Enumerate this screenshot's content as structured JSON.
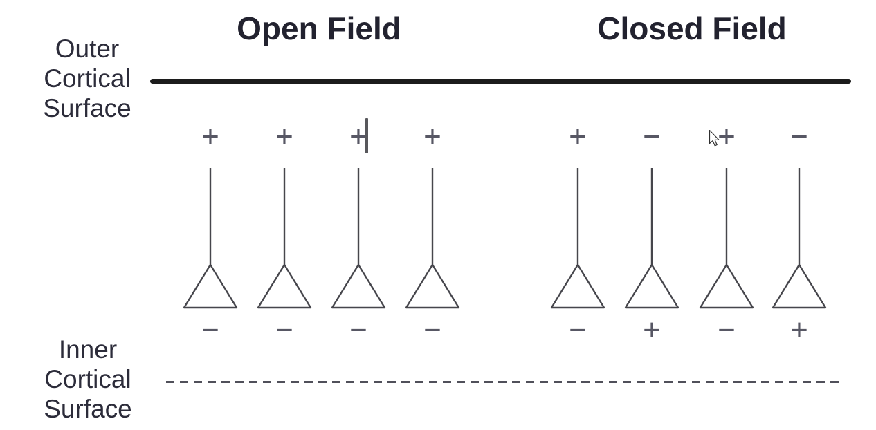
{
  "figure": {
    "headers": {
      "open_field": "Open Field",
      "closed_field": "Closed Field"
    },
    "labels": {
      "outer_cortical_surface": "Outer\nCortical\nSurface",
      "inner_cortical_surface": "Inner\nCortical\nSurface"
    },
    "neuron_groups": [
      {
        "name": "open-field",
        "header": "Open Field",
        "neurons": [
          {
            "top_sign": "+",
            "bottom_sign": "−"
          },
          {
            "top_sign": "+",
            "bottom_sign": "−"
          },
          {
            "top_sign": "+",
            "bottom_sign": "−"
          },
          {
            "top_sign": "+",
            "bottom_sign": "−"
          }
        ]
      },
      {
        "name": "closed-field",
        "header": "Closed Field",
        "neurons": [
          {
            "top_sign": "+",
            "bottom_sign": "−"
          },
          {
            "top_sign": "−",
            "bottom_sign": "+"
          },
          {
            "top_sign": "+",
            "bottom_sign": "−"
          },
          {
            "top_sign": "−",
            "bottom_sign": "+"
          }
        ]
      }
    ],
    "colors": {
      "background": "#ffffff",
      "text": "#2c2c3a",
      "header_text": "#22222f",
      "surface_line": "#1c1c1c",
      "neuron_outline": "#46464c",
      "polarity_sign": "#575764",
      "dashed_line": "#50505a"
    },
    "overlay": {
      "mouse_cursor": "arrow-pointer",
      "text_caret": "text-insertion-caret"
    }
  }
}
